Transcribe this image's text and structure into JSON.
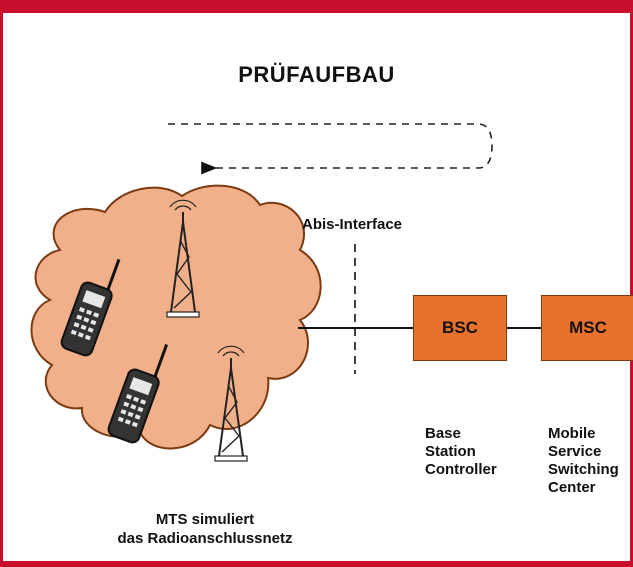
{
  "title": "PRÜFAUFBAU",
  "interface_label": "Abis-Interface",
  "nodes": {
    "bsc": {
      "label": "BSC",
      "description": [
        "Base",
        "Station",
        "Controller"
      ]
    },
    "msc": {
      "label": "MSC",
      "description": [
        "Mobile",
        "Service",
        "Switching",
        "Center"
      ]
    }
  },
  "network_caption": [
    "MTS simuliert",
    "das Radioanschlussnetz"
  ],
  "colors": {
    "frame": "#c8102e",
    "cloud_fill": "#f2b08a",
    "box_fill": "#e8712e"
  },
  "icons": [
    "mobile-phone-icon",
    "mobile-phone-icon",
    "radio-tower-icon",
    "radio-tower-icon"
  ]
}
